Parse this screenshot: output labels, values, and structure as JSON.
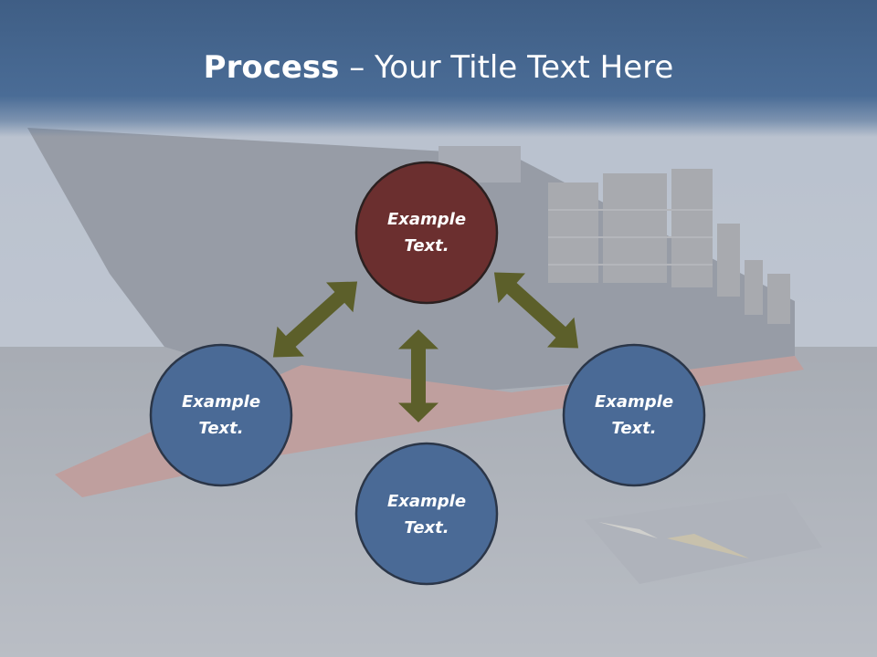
{
  "slide": {
    "title_bold": "Process",
    "title_separator": " – ",
    "title_rest": "Your Title Text Here"
  },
  "nodes": [
    {
      "line1": "Example",
      "line2": "Text.",
      "fill": "#6b2f2f"
    },
    {
      "line1": "Example",
      "line2": "Text.",
      "fill": "#4a6a96"
    },
    {
      "line1": "Example",
      "line2": "Text.",
      "fill": "#4a6a96"
    },
    {
      "line1": "Example",
      "line2": "Text.",
      "fill": "#4a6a96"
    }
  ],
  "colors": {
    "title_band": "#4a6c96",
    "arrow": "#5c5f2a",
    "node_outline": "#2b3648"
  },
  "icons": [
    "double-arrow-icon"
  ]
}
